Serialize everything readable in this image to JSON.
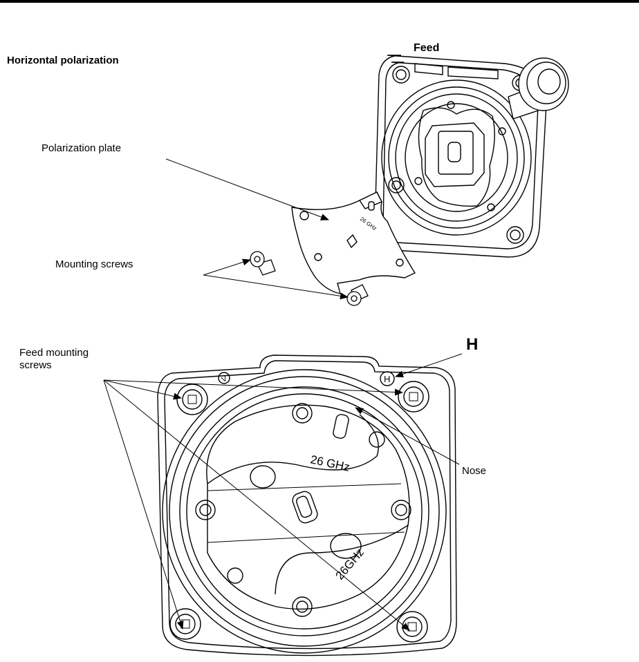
{
  "labels": {
    "title": "Horizontal polarization",
    "feed": "Feed",
    "polarization_plate": "Polarization plate",
    "mounting_screws": "Mounting screws",
    "feed_mounting_screws_1": "Feed mounting",
    "feed_mounting_screws_2": "screws",
    "h_marker": "H",
    "nose": "Nose"
  },
  "engravings": {
    "plate_marking": "26 GHz",
    "upper_plate_text": "26 GHz",
    "lower_plate_text": "26GHz",
    "h_circle": "H",
    "v_circle": "V"
  }
}
